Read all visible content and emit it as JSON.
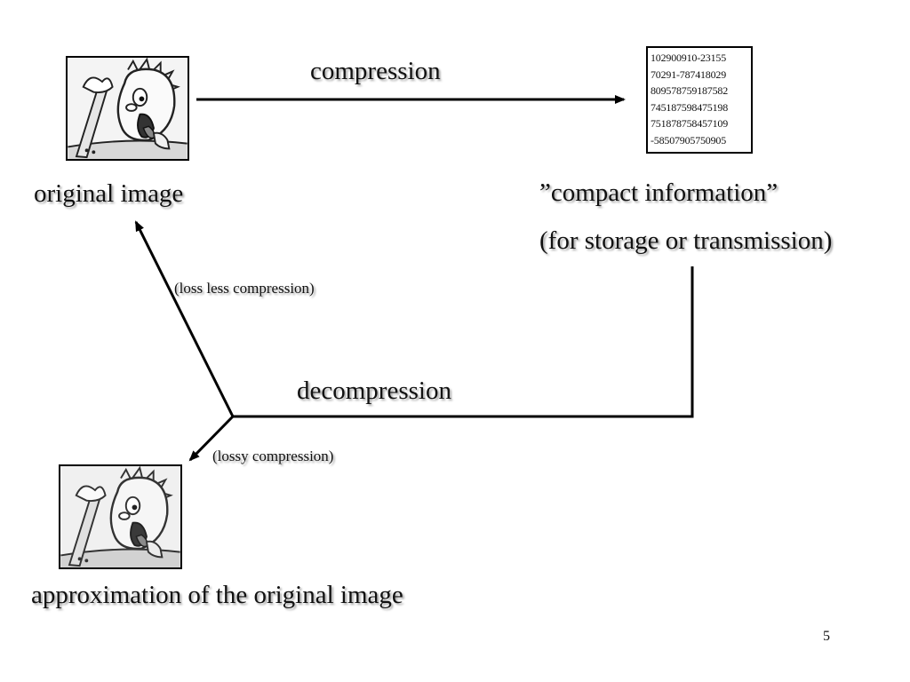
{
  "labels": {
    "compression": "compression",
    "decompression": "decompression",
    "original_image": "original image",
    "compact_information": "”compact information”",
    "storage_note": "(for storage or transmission)",
    "lossless": "(loss less compression)",
    "lossy": "(lossy compression)",
    "approximation": "approximation of the original image"
  },
  "compact_data_lines": [
    "102900910-23155",
    "70291-787418029",
    "809578759187582",
    "745187598475198",
    "751878758457109",
    "-58507905750905"
  ],
  "page_number": "5",
  "icons": {
    "original": "cartoon-character-image-icon",
    "approximation": "cartoon-character-image-icon"
  }
}
